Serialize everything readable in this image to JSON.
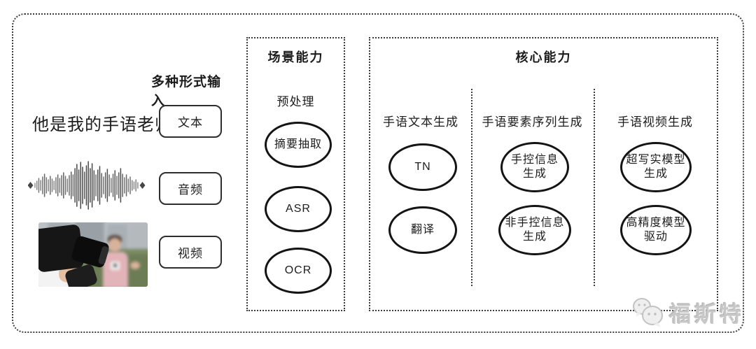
{
  "colors": {
    "line": "#3a3a3a",
    "text": "#1c1c1c",
    "watermark": "#c7c7c7"
  },
  "input_section": {
    "label": "多种形式输入",
    "sentence": "他是我的手语老师",
    "items": [
      {
        "label": "文本"
      },
      {
        "label": "音频"
      },
      {
        "label": "视频"
      }
    ]
  },
  "scene_box": {
    "title": "场景能力",
    "subtitle": "预处理",
    "nodes": [
      "摘要抽取",
      "ASR",
      "OCR"
    ]
  },
  "core_box": {
    "title": "核心能力",
    "columns": [
      {
        "header": "手语文本生成",
        "nodes": [
          "TN",
          "翻译"
        ]
      },
      {
        "header": "手语要素序列生成",
        "nodes": [
          "手控信息\n生成",
          "非手控信息\n生成"
        ]
      },
      {
        "header": "手语视频生成",
        "nodes": [
          "超写实模型\n生成",
          "高精度模型\n驱动"
        ]
      }
    ]
  },
  "watermark": {
    "text": "福斯特"
  }
}
